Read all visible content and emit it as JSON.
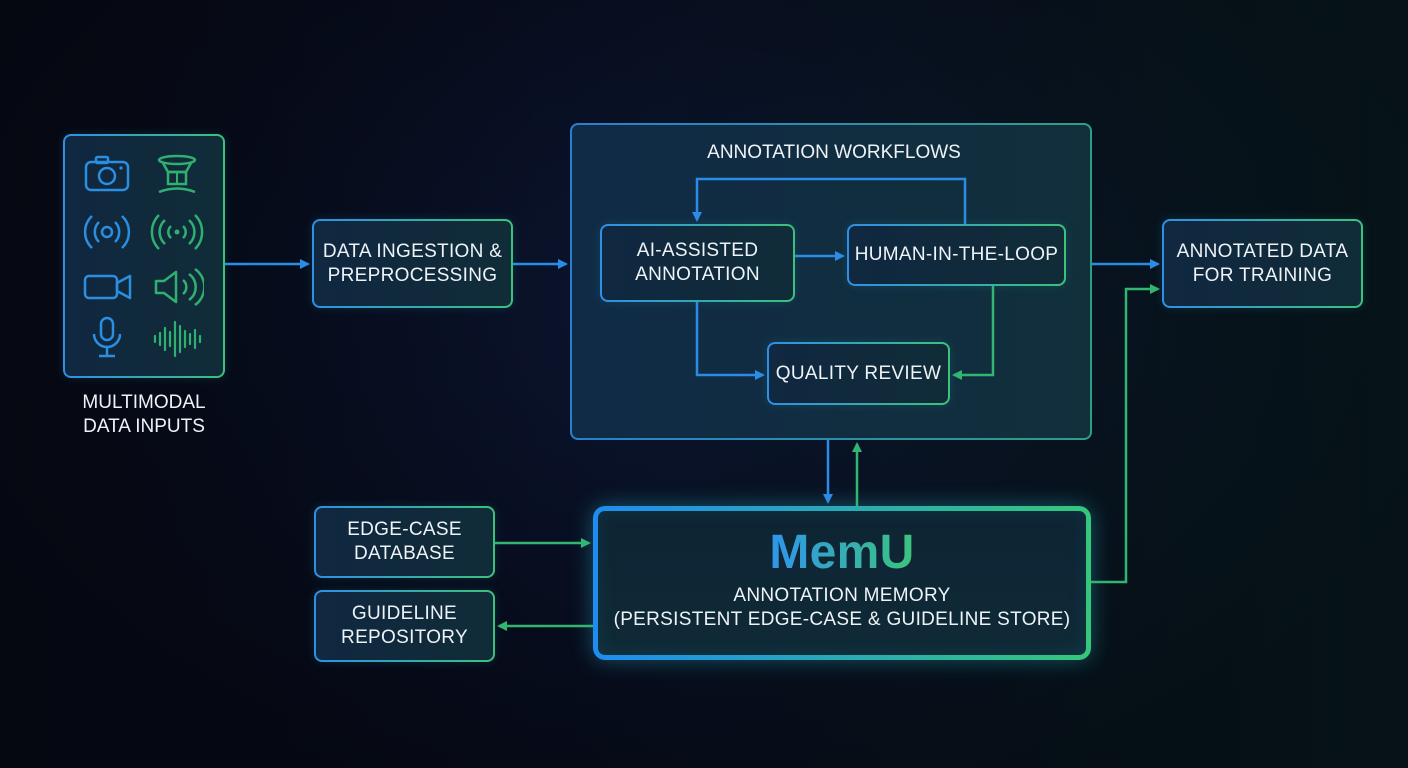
{
  "diagram": {
    "inputs_label": "MULTIMODAL\nDATA INPUTS",
    "input_icons": [
      "camera-icon",
      "lidar-sensor-icon",
      "radar-sensor-icon",
      "wireless-signal-icon",
      "video-camera-icon",
      "speaker-icon",
      "microphone-icon",
      "audio-waveform-icon"
    ],
    "ingestion": "DATA INGESTION &\nPREPROCESSING",
    "workflows_title": "ANNOTATION WORKFLOWS",
    "ai_assisted": "AI-ASSISTED\nANNOTATION",
    "human_loop": "HUMAN-IN-THE-LOOP",
    "quality_review": "QUALITY REVIEW",
    "output": "ANNOTATED DATA\nFOR TRAINING",
    "edge_case_db": "EDGE-CASE\nDATABASE",
    "guideline_repo": "GUIDELINE\nREPOSITORY",
    "memu_name": "MemU",
    "memu_subtitle": "ANNOTATION MEMORY\n(PERSISTENT EDGE-CASE & GUIDELINE STORE)",
    "colors": {
      "blue": "#2a86d8",
      "green": "#2fae6c",
      "background": "#070c1c"
    }
  }
}
